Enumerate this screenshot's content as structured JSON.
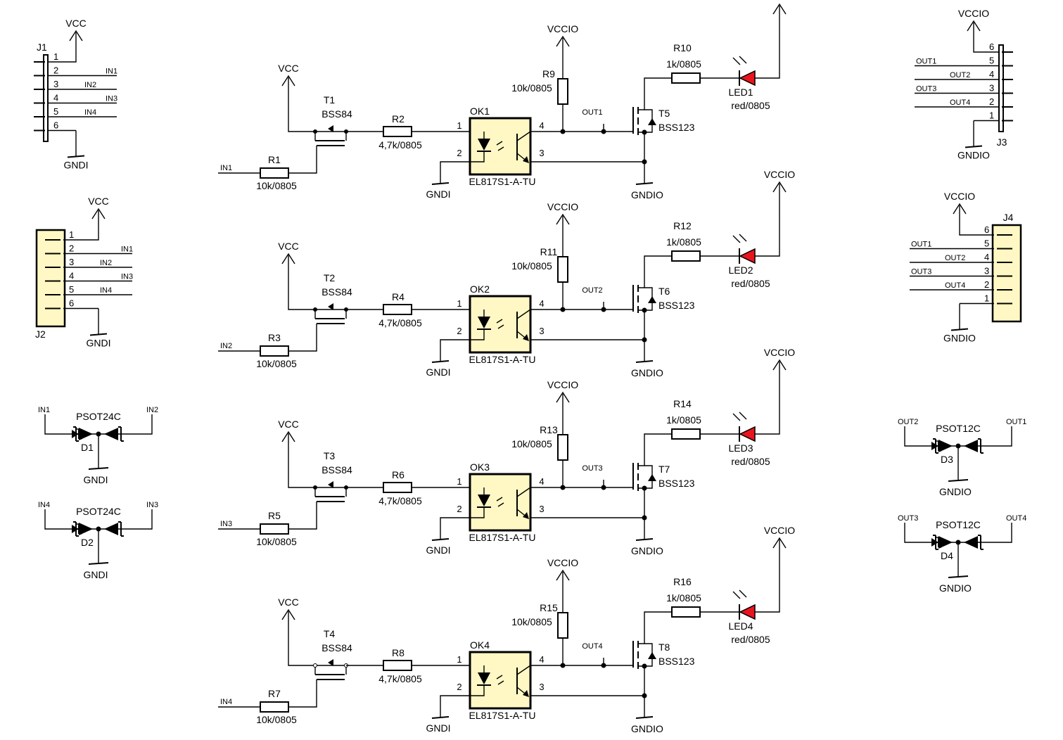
{
  "colors": {
    "wire": "#000000",
    "led": "#e8141e",
    "component_fill": "#fff8c4"
  },
  "channels": [
    {
      "tp": "T1",
      "tp_val": "BSS84",
      "rin": "R1",
      "rin_val": "10k/0805",
      "rser": "R2",
      "rser_val": "4,7k/0805",
      "ok": "OK1",
      "ok_val": "EL817S1-A-TU",
      "rpu": "R9",
      "rpu_val": "10k/0805",
      "rled": "R10",
      "rled_val": "1k/0805",
      "led": "LED1",
      "led_val": "red/0805",
      "tn": "T5",
      "tn_val": "BSS123",
      "in_net": "IN1",
      "out_net": "OUT1"
    },
    {
      "tp": "T2",
      "tp_val": "BSS84",
      "rin": "R3",
      "rin_val": "10k/0805",
      "rser": "R4",
      "rser_val": "4,7k/0805",
      "ok": "OK2",
      "ok_val": "EL817S1-A-TU",
      "rpu": "R11",
      "rpu_val": "10k/0805",
      "rled": "R12",
      "rled_val": "1k/0805",
      "led": "LED2",
      "led_val": "red/0805",
      "tn": "T6",
      "tn_val": "BSS123",
      "in_net": "IN2",
      "out_net": "OUT2"
    },
    {
      "tp": "T3",
      "tp_val": "BSS84",
      "rin": "R5",
      "rin_val": "10k/0805",
      "rser": "R6",
      "rser_val": "4,7k/0805",
      "ok": "OK3",
      "ok_val": "EL817S1-A-TU",
      "rpu": "R13",
      "rpu_val": "10k/0805",
      "rled": "R14",
      "rled_val": "1k/0805",
      "led": "LED3",
      "led_val": "red/0805",
      "tn": "T7",
      "tn_val": "BSS123",
      "in_net": "IN3",
      "out_net": "OUT3"
    },
    {
      "tp": "T4",
      "tp_val": "BSS84",
      "rin": "R7",
      "rin_val": "10k/0805",
      "rser": "R8",
      "rser_val": "4,7k/0805",
      "ok": "OK4",
      "ok_val": "EL817S1-A-TU",
      "rpu": "R15",
      "rpu_val": "10k/0805",
      "rled": "R16",
      "rled_val": "1k/0805",
      "led": "LED4",
      "led_val": "red/0805",
      "tn": "T8",
      "tn_val": "BSS123",
      "in_net": "IN4",
      "out_net": "OUT4"
    }
  ],
  "connectors": [
    {
      "ref": "J1",
      "power": "VCC",
      "ground": "GNDI",
      "pins": [
        "1",
        "2",
        "3",
        "4",
        "5",
        "6"
      ],
      "nets": [
        "",
        "IN1",
        "IN2",
        "IN3",
        "IN4",
        ""
      ]
    },
    {
      "ref": "J2",
      "power": "VCC",
      "ground": "GNDI",
      "pins": [
        "1",
        "2",
        "3",
        "4",
        "5",
        "6"
      ],
      "nets": [
        "",
        "IN1",
        "IN2",
        "IN3",
        "IN4",
        ""
      ]
    },
    {
      "ref": "J3",
      "power": "VCCIO",
      "ground": "GNDIO",
      "pins": [
        "6",
        "5",
        "4",
        "3",
        "2",
        "1"
      ],
      "nets": [
        "",
        "OUT1",
        "OUT2",
        "OUT3",
        "OUT4",
        ""
      ]
    },
    {
      "ref": "J4",
      "power": "VCCIO",
      "ground": "GNDIO",
      "pins": [
        "6",
        "5",
        "4",
        "3",
        "2",
        "1"
      ],
      "nets": [
        "",
        "OUT1",
        "OUT2",
        "OUT3",
        "OUT4",
        ""
      ]
    }
  ],
  "tvs": [
    {
      "ref": "D1",
      "value": "PSOT24C",
      "left_net": "IN1",
      "right_net": "IN2",
      "ground": "GNDI"
    },
    {
      "ref": "D2",
      "value": "PSOT24C",
      "left_net": "IN4",
      "right_net": "IN3",
      "ground": "GNDI"
    },
    {
      "ref": "D3",
      "value": "PSOT12C",
      "left_net": "OUT2",
      "right_net": "OUT1",
      "ground": "GNDIO"
    },
    {
      "ref": "D4",
      "value": "PSOT12C",
      "left_net": "OUT3",
      "right_net": "OUT4",
      "ground": "GNDIO"
    }
  ],
  "nets": {
    "vcc": "VCC",
    "vccio": "VCCIO",
    "gndi": "GNDI",
    "gndio": "GNDIO"
  },
  "opto_pins": {
    "p1": "1",
    "p2": "2",
    "p3": "3",
    "p4": "4"
  }
}
